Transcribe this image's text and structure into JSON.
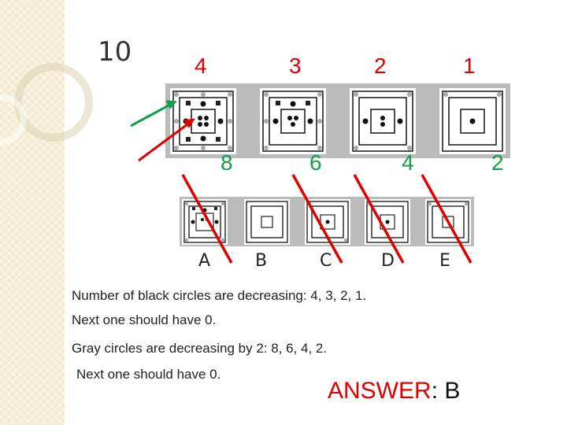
{
  "slide_number": "10",
  "black_counts": [
    "4",
    "3",
    "2",
    "1"
  ],
  "gray_counts": [
    "8",
    "6",
    "4",
    "2"
  ],
  "options": [
    "A",
    "B",
    "C",
    "D",
    "E"
  ],
  "explanation": [
    "Number of black circles are decreasing: 4, 3, 2, 1.",
    "Next one should have 0.",
    "Gray circles are decreasing by 2: 8, 6, 4, 2.",
    "Next one should have 0."
  ],
  "answer": {
    "key": "ANSWER",
    "value": ": B"
  },
  "colors": {
    "red": "#e00000",
    "green": "#12a04a"
  }
}
